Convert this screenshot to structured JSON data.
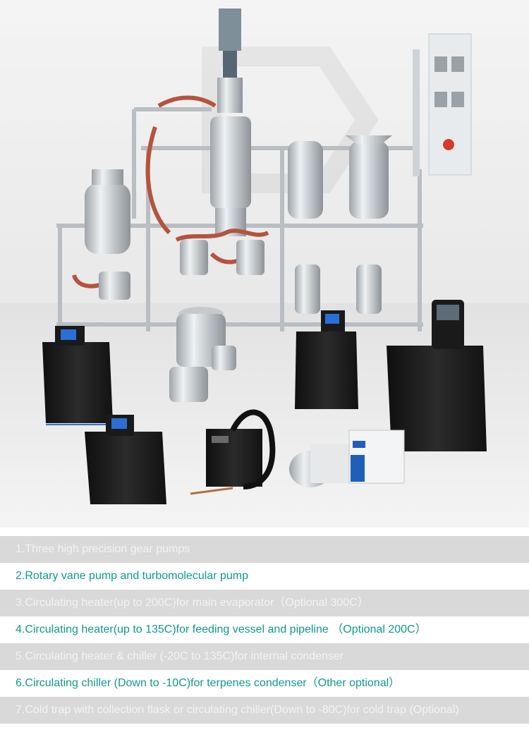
{
  "image": {
    "subject": "short path molecular distillation system with pumps, heaters and chillers",
    "colors": {
      "stainless": "#cfd3d6",
      "pipe_red": "#b5533e",
      "unit_black": "#1b1b1b",
      "screen_blue": "#2b6fd6"
    }
  },
  "features": [
    {
      "text": "1.Three high precision gear pumps",
      "style": "gray"
    },
    {
      "text": "2.Rotary vane pump and turbomolecular pump",
      "style": "white"
    },
    {
      "text": "3.Circulating heater(up to 200C)for main evaporator（Optional 300C）",
      "style": "gray"
    },
    {
      "text": "4.Circulating heater(up to 135C)for feeding vessel and pipeline （Optional 200C）",
      "style": "white"
    },
    {
      "text": "5.Circulating heater & chiller (-20C to 135C)for internal condenser",
      "style": "gray"
    },
    {
      "text": "6.Circulating chiller (Down to -10C)for terpenes condenser（Other optional）",
      "style": "white"
    },
    {
      "text": "7.Cold trap with collection flask or circulating chiller(Down to -80C)for cold trap (Optional)",
      "style": "gray"
    }
  ]
}
